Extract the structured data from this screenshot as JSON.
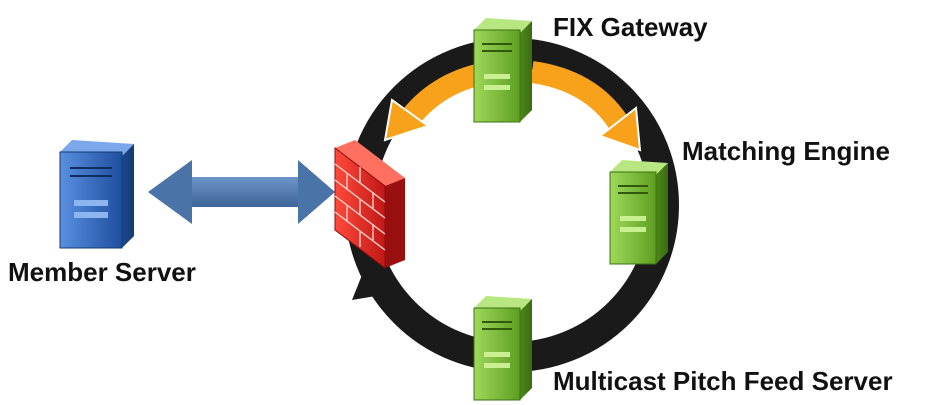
{
  "labels": {
    "fix_gateway": "FIX Gateway",
    "matching_engine": "Matching Engine",
    "member_server": "Member Server",
    "pitch_feed_server": "Multicast Pitch Feed Server"
  },
  "colors": {
    "ring": "#1a1a1a",
    "orange_arrow": "#f7a21a",
    "blue_arrow": "#4a73a8",
    "green_server": "#7fbf3a",
    "blue_server": "#2f66b8",
    "firewall": "#d42a2a",
    "label_text": "#111111"
  },
  "icons": {
    "gateway": "server-icon",
    "engine": "server-icon",
    "feed": "server-icon",
    "member": "server-icon",
    "firewall": "firewall-icon"
  }
}
